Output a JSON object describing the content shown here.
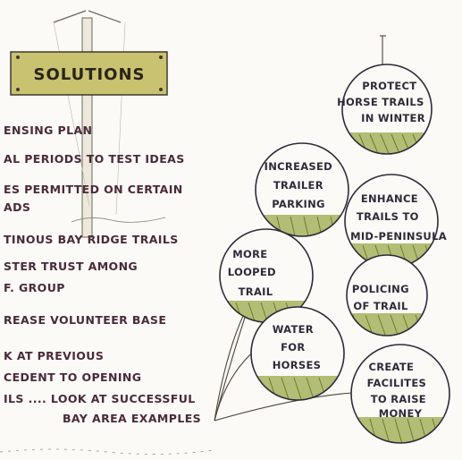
{
  "sign": {
    "title": "SOLUTIONS"
  },
  "list": [
    {
      "lines": [
        "ENSING PLAN"
      ]
    },
    {
      "lines": [
        "AL PERIODS TO TEST IDEAS"
      ]
    },
    {
      "lines": [
        "ES PERMITTED ON CERTAIN",
        "ADS"
      ]
    },
    {
      "lines": [
        "TINOUS BAY RIDGE TRAILS"
      ]
    },
    {
      "lines": [
        "STER TRUST AMONG",
        "F. GROUP"
      ]
    },
    {
      "lines": [
        "REASE VOLUNTEER BASE"
      ]
    },
    {
      "lines": [
        "K AT PREVIOUS",
        "CEDENT TO OPENING",
        "ILS .... LOOK AT SUCCESSFUL",
        "BAY AREA EXAMPLES"
      ]
    }
  ],
  "bubbles": [
    {
      "lines": [
        "PROTECT",
        "HORSE TRAILS",
        "IN WINTER"
      ]
    },
    {
      "lines": [
        "INCREASED",
        "TRAILER",
        "PARKING"
      ]
    },
    {
      "lines": [
        "ENHANCE",
        "TRAILS TO",
        "MID-PENINSULA"
      ]
    },
    {
      "lines": [
        "MORE",
        "LOOPED",
        "TRAIL"
      ]
    },
    {
      "lines": [
        "POLICING",
        "OF TRAIL"
      ]
    },
    {
      "lines": [
        "WATER",
        "FOR",
        "HORSES"
      ]
    },
    {
      "lines": [
        "CREATE",
        "FACILITES",
        "TO RAISE",
        "MONEY"
      ]
    }
  ],
  "colors": {
    "sign_fill": "#c9c270",
    "list_ink": "#4a2a3a",
    "hatch_green": "#9aa84a",
    "bubble_outline": "#2f2a3a"
  }
}
